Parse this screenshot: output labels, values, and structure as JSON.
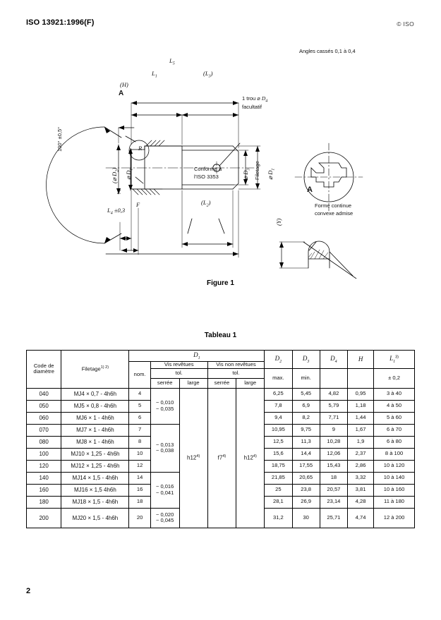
{
  "header": {
    "standard_ref": "ISO 13921:1996(F)",
    "copyright": "© ISO"
  },
  "page_number": "2",
  "figure": {
    "caption": "Figure 1",
    "note_angles": "Angles cassés 0,1 à 0,4",
    "detail_label": "A",
    "detail_note_line1": "Forme continue",
    "detail_note_line2": "convexe admise",
    "detail_dim_y": "(Y)",
    "callout_hole_line1": "1 trou ⌀ D4",
    "callout_hole_line2": "facultatif",
    "callout_iso_line1": "Conforme à",
    "callout_iso_line2": "l'ISO 3353",
    "label_thread": "Filetage",
    "dim_L5": "L5",
    "dim_L1": "L1",
    "dim_L3": "(L3)",
    "dim_L2": "(L2)",
    "dim_L4": "L4 ±0,3",
    "dim_H": "(H)",
    "dim_angle": "100° ±0,5°",
    "dim_D2_head": "(⌀ D2)",
    "dim_D1_head": "⌀ D1",
    "dim_D3": "⌀ D3",
    "dim_D1_shank": "⌀ D1",
    "label_R": "R",
    "label_E": "E",
    "label_F": "F",
    "label_A_detail_marker": "A"
  },
  "table": {
    "caption": "Tableau 1",
    "headers": {
      "code": "Code de diamètre",
      "filetage": "Filetage",
      "filetage_notes": "1) 2)",
      "D1": "D1",
      "nom": "nom.",
      "vis_revetues": "Vis revêtues",
      "vis_non_revetues": "Vis non revêtues",
      "tol": "tol.",
      "serree": "serrée",
      "large": "large",
      "D2": "D2",
      "D3": "D3",
      "D4": "D4",
      "H": "H",
      "L1": "L1",
      "L1_note": "3)",
      "max": "max.",
      "min": "min.",
      "L1_tol": "± 0,2"
    },
    "merged_tol_cells": {
      "revetues_large": "h12",
      "revetues_large_note": "4)",
      "non_revetues_serree": "f7",
      "non_revetues_serree_note": "4)",
      "non_revetues_large": "h12",
      "non_revetues_large_note": "4)"
    },
    "tolerance_groups": [
      {
        "rows": 3,
        "line1": "− 0,010",
        "line2": "− 0,035"
      },
      {
        "rows": 4,
        "line1": "− 0,013",
        "line2": "− 0,038"
      },
      {
        "rows": 3,
        "line1": "− 0,016",
        "line2": "− 0,041"
      },
      {
        "rows": 1,
        "line1": "− 0,020",
        "line2": "− 0,045"
      }
    ],
    "rows": [
      {
        "code": "040",
        "filetage": "MJ4 × 0,7 - 4h6h",
        "nom": "4",
        "D2": "6,25",
        "D3": "5,45",
        "D4": "4,82",
        "H": "0,95",
        "L1": "3 à 40"
      },
      {
        "code": "050",
        "filetage": "MJ5 × 0,8 - 4h6h",
        "nom": "5",
        "D2": "7,8",
        "D3": "6,9",
        "D4": "5,79",
        "H": "1,18",
        "L1": "4 à 50"
      },
      {
        "code": "060",
        "filetage": "MJ6 × 1 - 4h6h",
        "nom": "6",
        "D2": "9,4",
        "D3": "8,2",
        "D4": "7,71",
        "H": "1,44",
        "L1": "5 à 60"
      },
      {
        "code": "070",
        "filetage": "MJ7 × 1 - 4h6h",
        "nom": "7",
        "D2": "10,95",
        "D3": "9,75",
        "D4": "9",
        "H": "1,67",
        "L1": "6 à 70"
      },
      {
        "code": "080",
        "filetage": "MJ8 × 1 - 4h6h",
        "nom": "8",
        "D2": "12,5",
        "D3": "11,3",
        "D4": "10,28",
        "H": "1,9",
        "L1": "6 à 80"
      },
      {
        "code": "100",
        "filetage": "MJ10 × 1,25 - 4h6h",
        "nom": "10",
        "D2": "15,6",
        "D3": "14,4",
        "D4": "12,06",
        "H": "2,37",
        "L1": "8 à 100"
      },
      {
        "code": "120",
        "filetage": "MJ12 × 1,25 - 4h6h",
        "nom": "12",
        "D2": "18,75",
        "D3": "17,55",
        "D4": "15,43",
        "H": "2,86",
        "L1": "10 à 120"
      },
      {
        "code": "140",
        "filetage": "MJ14 × 1,5 - 4h6h",
        "nom": "14",
        "D2": "21,85",
        "D3": "20,65",
        "D4": "18",
        "H": "3,32",
        "L1": "10 à 140"
      },
      {
        "code": "160",
        "filetage": "MJ16 × 1,5  4h6h",
        "nom": "16",
        "D2": "25",
        "D3": "23,8",
        "D4": "20,57",
        "H": "3,81",
        "L1": "10 à 160"
      },
      {
        "code": "180",
        "filetage": "MJ18 × 1,5 - 4h6h",
        "nom": "18",
        "D2": "28,1",
        "D3": "26,9",
        "D4": "23,14",
        "H": "4,28",
        "L1": "11 à 180"
      },
      {
        "code": "200",
        "filetage": "MJ20 × 1,5 - 4h6h",
        "nom": "20",
        "D2": "31,2",
        "D3": "30",
        "D4": "25,71",
        "H": "4,74",
        "L1": "12 à 200"
      }
    ]
  }
}
